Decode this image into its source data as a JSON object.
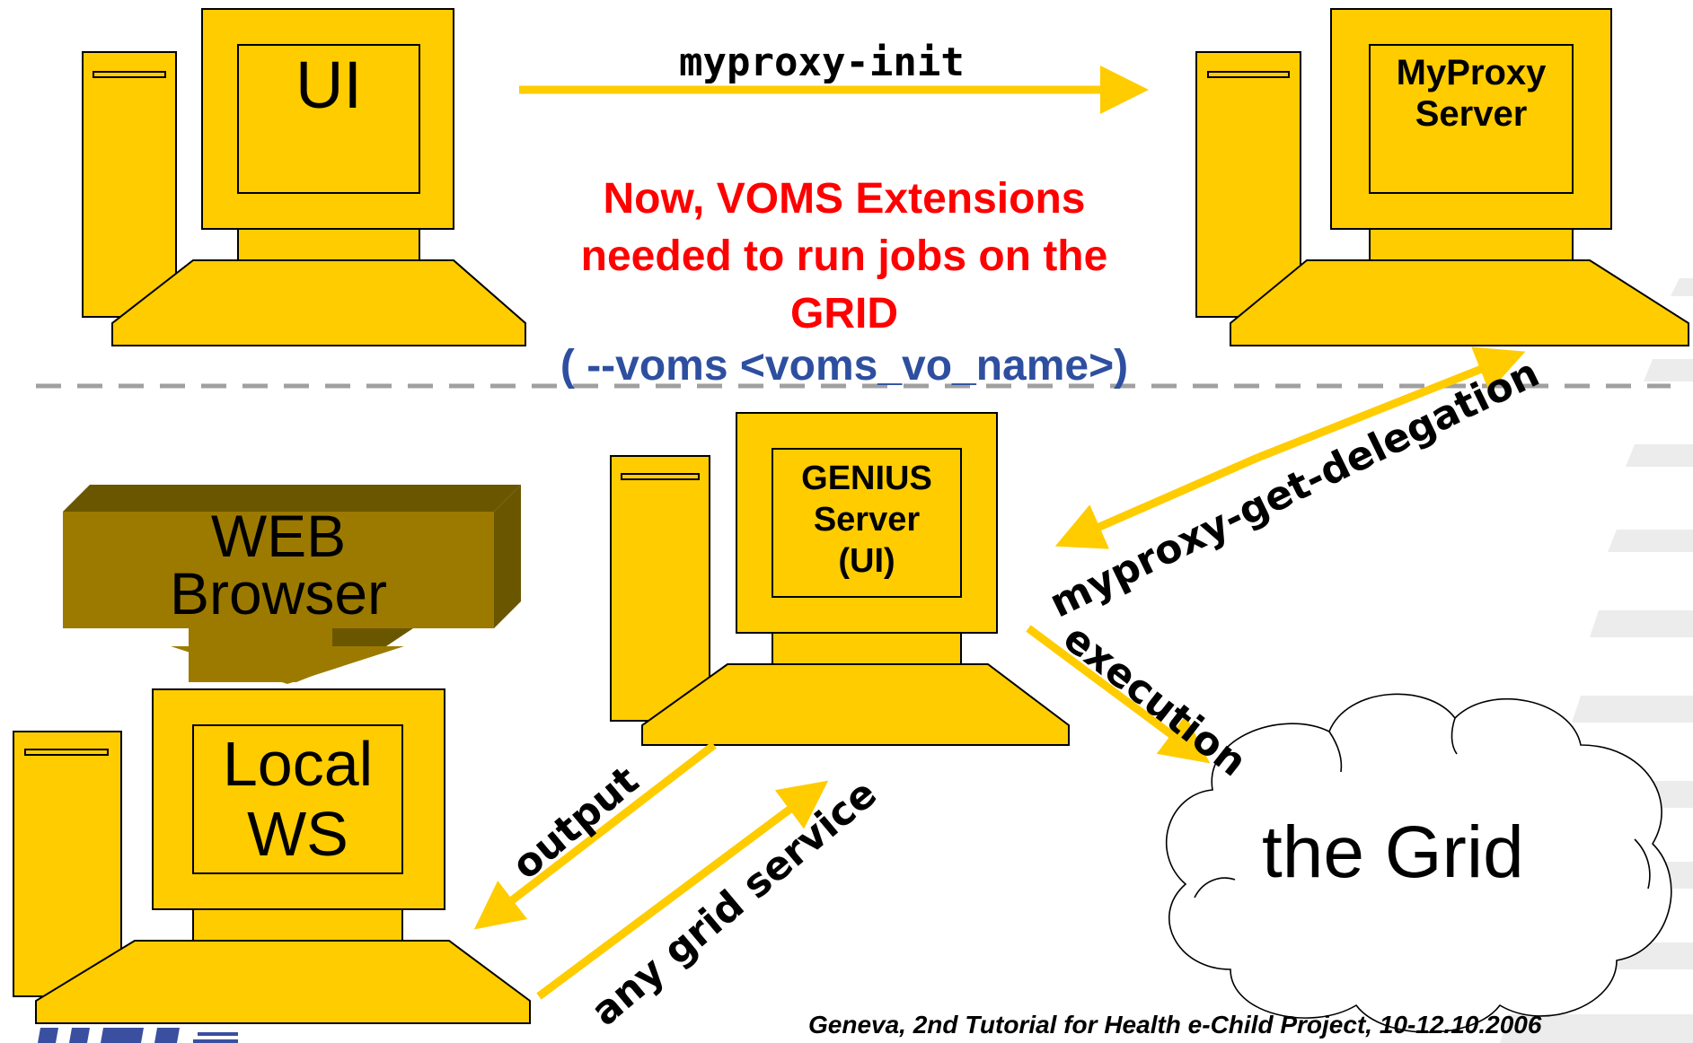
{
  "labels": {
    "ui": "UI",
    "myproxy_server_line1": "MyProxy",
    "myproxy_server_line2": "Server",
    "genius_line1": "GENIUS",
    "genius_line2": "Server",
    "genius_line3": "(UI)",
    "local_ws_line1": "Local",
    "local_ws_line2": "WS",
    "web_browser_line1": "WEB",
    "web_browser_line2": "Browser",
    "the_grid": "the Grid"
  },
  "arrows": {
    "myproxy_init": "myproxy-init",
    "myproxy_get_delegation": "myproxy-get-delegation",
    "execution": "execution",
    "output": "output",
    "any_grid_service": "any grid service"
  },
  "notice": {
    "line1": "Now, VOMS Extensions",
    "line2": "needed to run jobs on the",
    "line3": "GRID",
    "option": "( --voms <voms_vo_name>)"
  },
  "footer": {
    "text": "Geneva, 2nd Tutorial for Health e-Child Project, 10-12.10.2006"
  },
  "colors": {
    "computer": "#ffcc00",
    "arrow": "#ffcc00",
    "notice": "#ff0000",
    "option": "#2e4fa0",
    "browser_box": "#9c7a00",
    "browser_box_dark": "#6b5600",
    "divider": "#a0a0a0"
  }
}
